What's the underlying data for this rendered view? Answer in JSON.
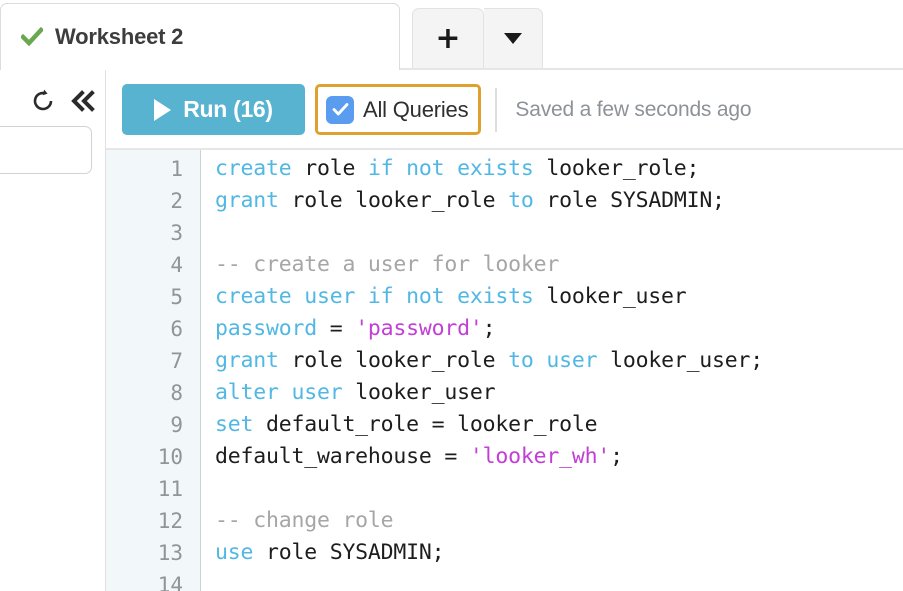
{
  "tabbar": {
    "active_tab": {
      "label": "Worksheet 2",
      "status_icon": "green-check-icon",
      "status_color": "#6aa84f"
    },
    "new_tab_button": {
      "icon": "plus-icon",
      "label": "+"
    },
    "new_tab_dropdown": {
      "icon": "chevron-down-icon",
      "label": "▼"
    }
  },
  "left_rail": {
    "refresh_icon": "refresh-icon",
    "collapse_icon": "chevrons-left-icon",
    "search_input": {
      "value": "",
      "placeholder": ""
    }
  },
  "toolbar": {
    "run_button": {
      "label": "Run (16)",
      "icon": "play-icon",
      "color": "#58b3d0",
      "query_count": 16
    },
    "all_queries": {
      "label": "All Queries",
      "checked": true,
      "checkbox_color": "#5a9cf0",
      "focus_ring_color": "#e0a030"
    },
    "saved_status": "Saved a few seconds ago"
  },
  "editor": {
    "gutter_numbers": [
      "1",
      "2",
      "3",
      "4",
      "5",
      "6",
      "7",
      "8",
      "9",
      "10",
      "11",
      "12",
      "13",
      "14"
    ],
    "lines": [
      {
        "n": "1",
        "tokens": [
          {
            "t": "create",
            "c": "kw"
          },
          {
            "t": " role ",
            "c": "plain"
          },
          {
            "t": "if not exists",
            "c": "kw"
          },
          {
            "t": " looker_role;",
            "c": "plain"
          }
        ]
      },
      {
        "n": "2",
        "tokens": [
          {
            "t": "grant",
            "c": "kw"
          },
          {
            "t": " role looker_role ",
            "c": "plain"
          },
          {
            "t": "to",
            "c": "kw"
          },
          {
            "t": " role SYSADMIN;",
            "c": "plain"
          }
        ]
      },
      {
        "n": "3",
        "tokens": []
      },
      {
        "n": "4",
        "tokens": [
          {
            "t": "-- create a user for looker",
            "c": "cmt"
          }
        ]
      },
      {
        "n": "5",
        "tokens": [
          {
            "t": "create user if not exists",
            "c": "kw"
          },
          {
            "t": " looker_user",
            "c": "plain"
          }
        ]
      },
      {
        "n": "6",
        "tokens": [
          {
            "t": "password",
            "c": "kw"
          },
          {
            "t": " = ",
            "c": "plain"
          },
          {
            "t": "'password'",
            "c": "str"
          },
          {
            "t": ";",
            "c": "plain"
          }
        ]
      },
      {
        "n": "7",
        "tokens": [
          {
            "t": "grant",
            "c": "kw"
          },
          {
            "t": " role looker_role ",
            "c": "plain"
          },
          {
            "t": "to user",
            "c": "kw"
          },
          {
            "t": " looker_user;",
            "c": "plain"
          }
        ]
      },
      {
        "n": "8",
        "tokens": [
          {
            "t": "alter user",
            "c": "kw"
          },
          {
            "t": " looker_user",
            "c": "plain"
          }
        ]
      },
      {
        "n": "9",
        "tokens": [
          {
            "t": "set",
            "c": "kw"
          },
          {
            "t": " default_role = looker_role",
            "c": "plain"
          }
        ]
      },
      {
        "n": "10",
        "tokens": [
          {
            "t": "default_warehouse = ",
            "c": "plain"
          },
          {
            "t": "'looker_wh'",
            "c": "str"
          },
          {
            "t": ";",
            "c": "plain"
          }
        ]
      },
      {
        "n": "11",
        "tokens": []
      },
      {
        "n": "12",
        "tokens": [
          {
            "t": "-- change role",
            "c": "cmt"
          }
        ]
      },
      {
        "n": "13",
        "tokens": [
          {
            "t": "use",
            "c": "kw"
          },
          {
            "t": " role SYSADMIN;",
            "c": "plain"
          }
        ]
      },
      {
        "n": "14",
        "tokens": []
      }
    ]
  }
}
